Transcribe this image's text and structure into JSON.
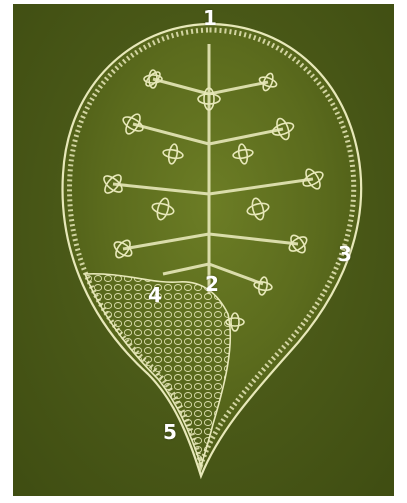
{
  "figure": {
    "labels": [
      "1",
      "2",
      "3",
      "4",
      "5"
    ],
    "colors": {
      "background_outer": "#ffffff",
      "background_plate": "#4b5a18",
      "specimen_line": "#e7e8b9",
      "specimen_fill": "#56661b",
      "label_text": "#ffffff"
    }
  }
}
